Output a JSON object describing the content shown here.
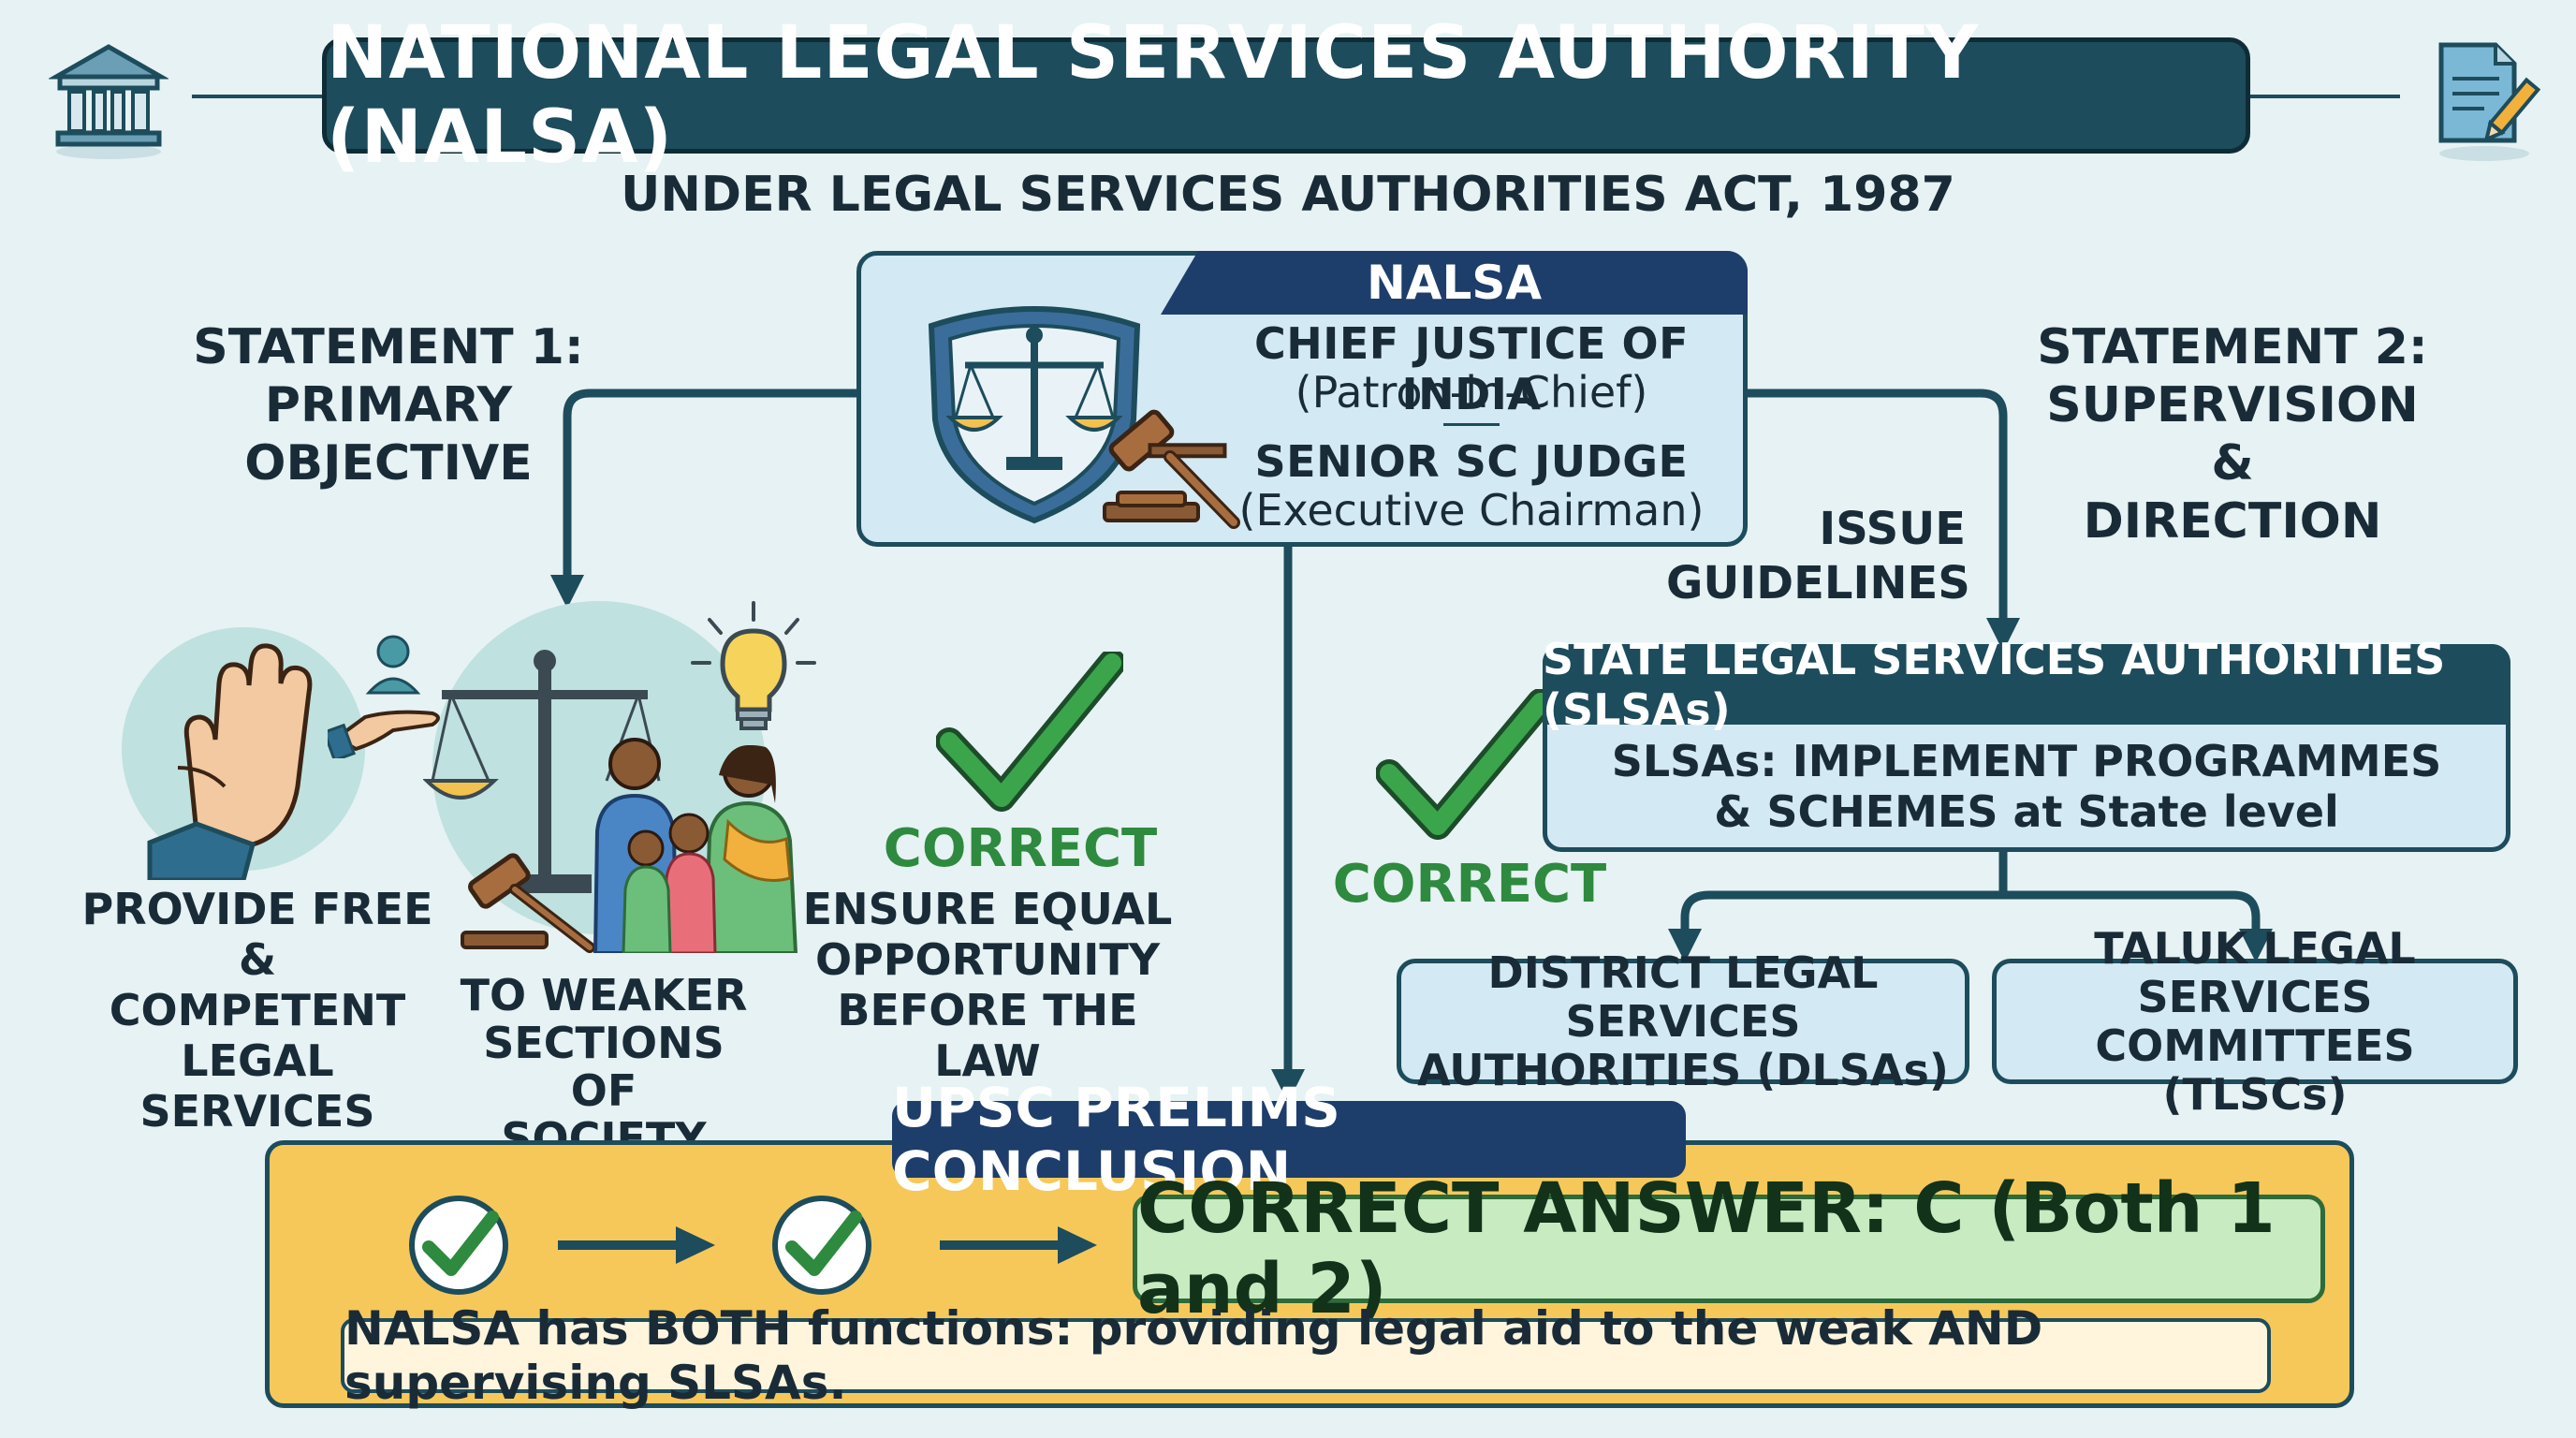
{
  "title": "NATIONAL LEGAL SERVICES AUTHORITY (NALSA)",
  "subtitle": "UNDER LEGAL SERVICES AUTHORITIES ACT, 1987",
  "nalsa": {
    "header": "NALSA",
    "patron": "CHIEF JUSTICE OF INDIA",
    "patron_role": "(Patron-in-Chief)",
    "chair": "SENIOR SC JUDGE",
    "chair_role": "(Executive Chairman)"
  },
  "statement1": {
    "line1": "STATEMENT 1:",
    "line2": "PRIMARY",
    "line3": "OBJECTIVE"
  },
  "statement2": {
    "line1": "STATEMENT 2:",
    "line2": "SUPERVISION &",
    "line3": "DIRECTION"
  },
  "issue_guidelines": {
    "line1": "ISSUE",
    "line2": "GUIDELINES"
  },
  "objectives": {
    "provide": {
      "line1": "PROVIDE FREE &",
      "line2": "COMPETENT",
      "line3": "LEGAL SERVICES"
    },
    "weaker": {
      "line1": "TO WEAKER",
      "line2": "SECTIONS OF",
      "line3": "SOCIETY"
    },
    "equal": {
      "line1": "ENSURE EQUAL",
      "line2": "OPPORTUNITY",
      "line3": "BEFORE THE LAW"
    },
    "correct": "CORRECT"
  },
  "slsa": {
    "header": "STATE LEGAL SERVICES AUTHORITIES (SLSAs)",
    "line1": "SLSAs: IMPLEMENT PROGRAMMES",
    "line2": "& SCHEMES at State level",
    "correct": "CORRECT"
  },
  "dlsa": {
    "line1": "DISTRICT LEGAL SERVICES",
    "line2": "AUTHORITIES (DLSAs)"
  },
  "tlsc": {
    "line1": "TALUK LEGAL SERVICES",
    "line2": "COMMITTEES (TLSCs)"
  },
  "conclusion": {
    "title": "UPSC PRELIMS CONCLUSION",
    "answer": "CORRECT ANSWER: C (Both 1 and 2)",
    "note": "NALSA has BOTH functions: providing legal aid to the weak AND supervising SLSAs."
  },
  "colors": {
    "background": "#e6f2f3",
    "dark_teal": "#1d4c5c",
    "navy": "#1d3d6b",
    "box_fill": "#d3e9f3",
    "correct_green": "#2e8a3e",
    "conclusion_yellow": "#f6c85a",
    "answer_green": "#c8ebc2"
  },
  "icons": [
    "courthouse-icon",
    "document-pen-icon",
    "shield-scales-icon",
    "gavel-icon",
    "raised-hand-icon",
    "giving-hand-icon",
    "scales-icon",
    "family-icon",
    "lightbulb-icon",
    "checkmark-icon"
  ]
}
